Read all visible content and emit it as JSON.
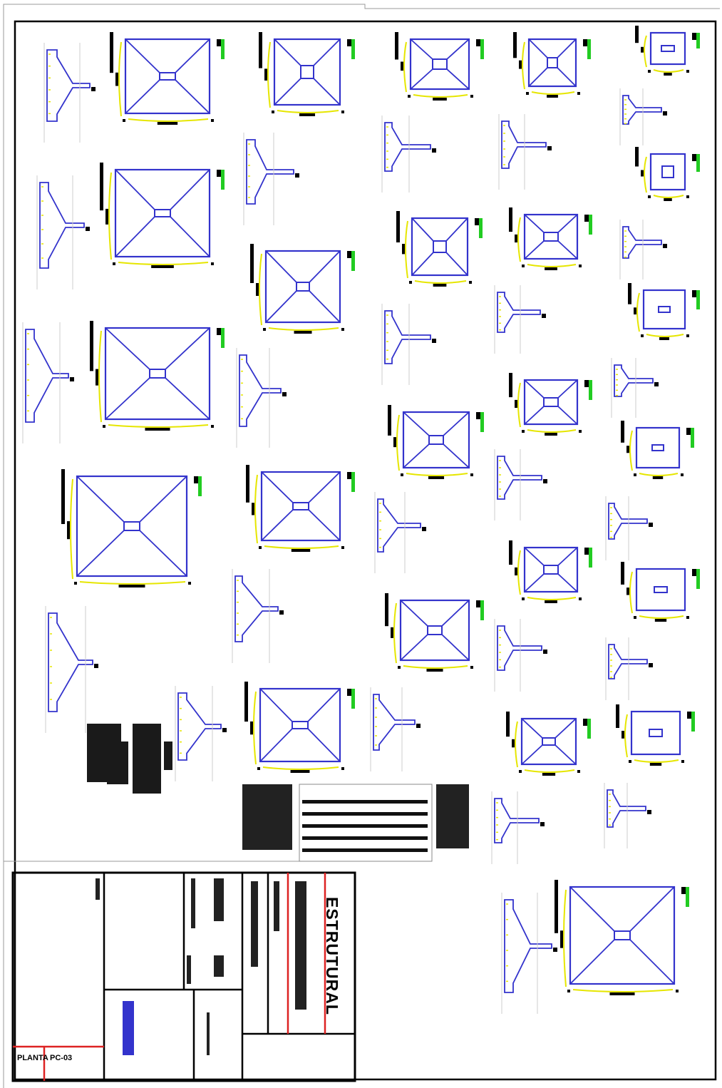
{
  "title_block": {
    "discipline": "ESTRUTURAL",
    "sheet_label": "PLANTA",
    "sheet_code": "PC-03"
  },
  "colors": {
    "footing_outline": "#3333cc",
    "rebar_dim": "#e6e600",
    "highlight": "#22cc22",
    "border": "#000000",
    "revision_line": "#dd2222",
    "leader": "#8888ff"
  },
  "icons": {
    "footing_plan": "footing-plan-icon",
    "footing_section": "footing-section-icon"
  }
}
